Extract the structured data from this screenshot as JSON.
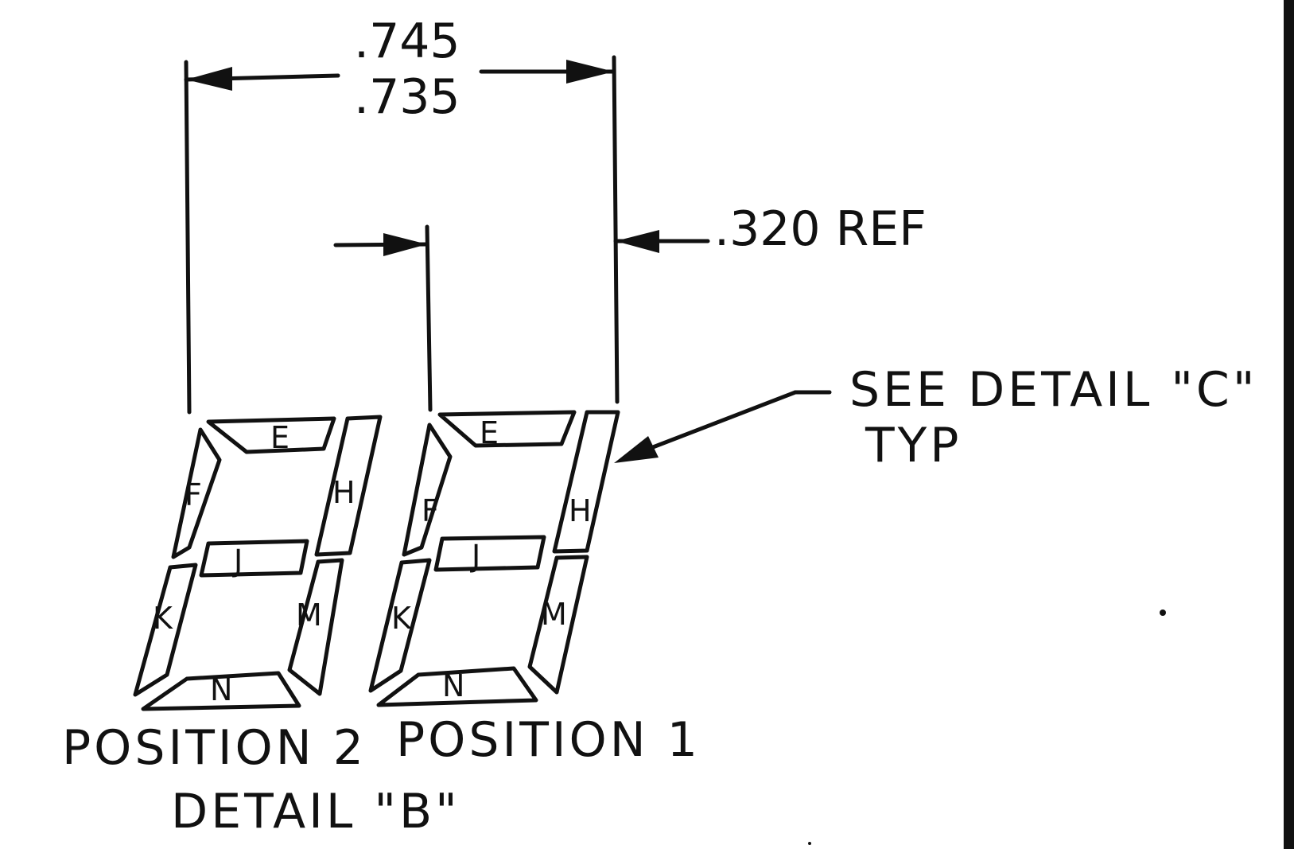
{
  "dimensions": {
    "width_max": ".745",
    "width_min": ".735",
    "pitch": ".320 REF"
  },
  "callout": {
    "line1": "SEE DETAIL \"C\"",
    "line2": "TYP"
  },
  "positions": {
    "left_label": "POSITION 2",
    "right_label": "POSITION 1"
  },
  "detail_title": "DETAIL \"B\"",
  "segments": {
    "top": "E",
    "upper_left": "F",
    "upper_right": "H",
    "middle": "J",
    "lower_left": "K",
    "lower_right": "M",
    "bottom": "N"
  }
}
